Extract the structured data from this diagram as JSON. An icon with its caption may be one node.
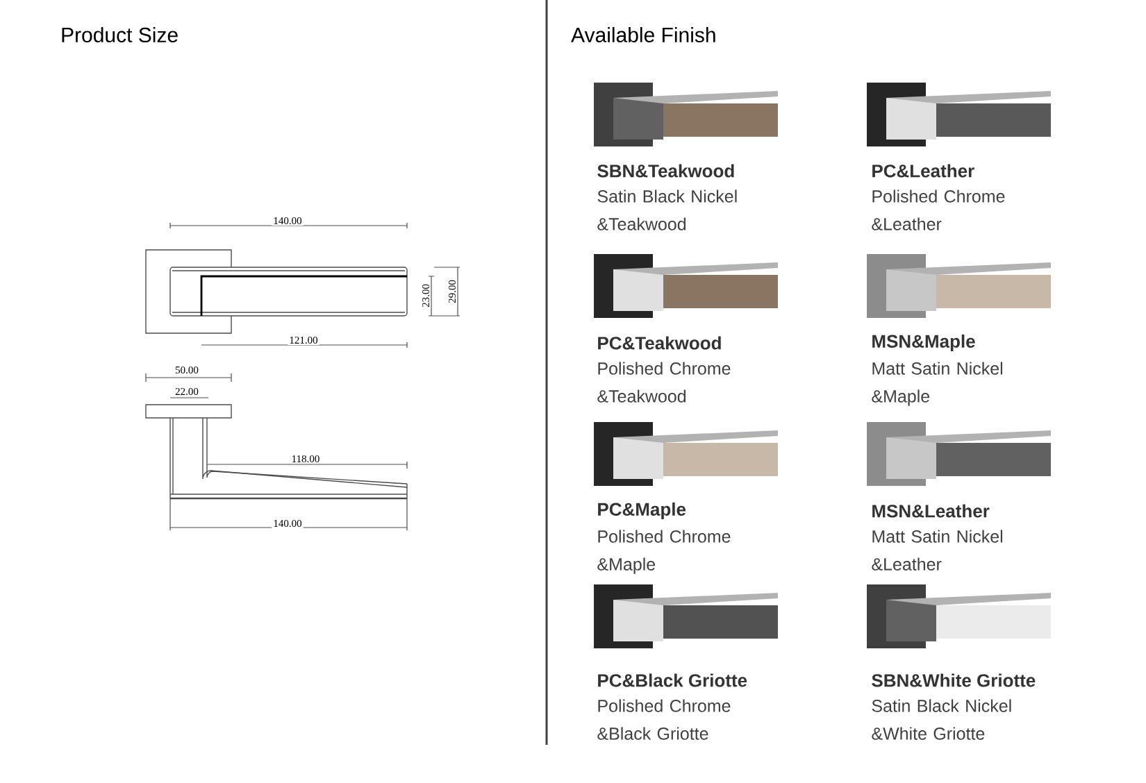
{
  "diagram": {
    "labels": [
      "Product Size",
      "Available Finish",
      "140.00",
      "23.00",
      "29.00",
      "121.00",
      "50.00",
      "22.00",
      "118.00",
      "140.00",
      "SBN&Teakwood",
      "Satin Black Nickel &Teakwood",
      "PC&Leather",
      "Polished Chrome &Leather",
      "PC&Teakwood",
      "Polished Chrome &Teakwood",
      "MSN&Maple",
      "Matt Satin Nickel &Maple",
      "PC&Maple",
      "Polished Chrome &Maple",
      "MSN&Leather",
      "Matt Satin Nickel &Leather",
      "PC&Black Griotte",
      "Polished Chrome &Black Griotte",
      "SBN&White Griotte",
      "Satin Black Nickel &White Griotte"
    ]
  }
}
